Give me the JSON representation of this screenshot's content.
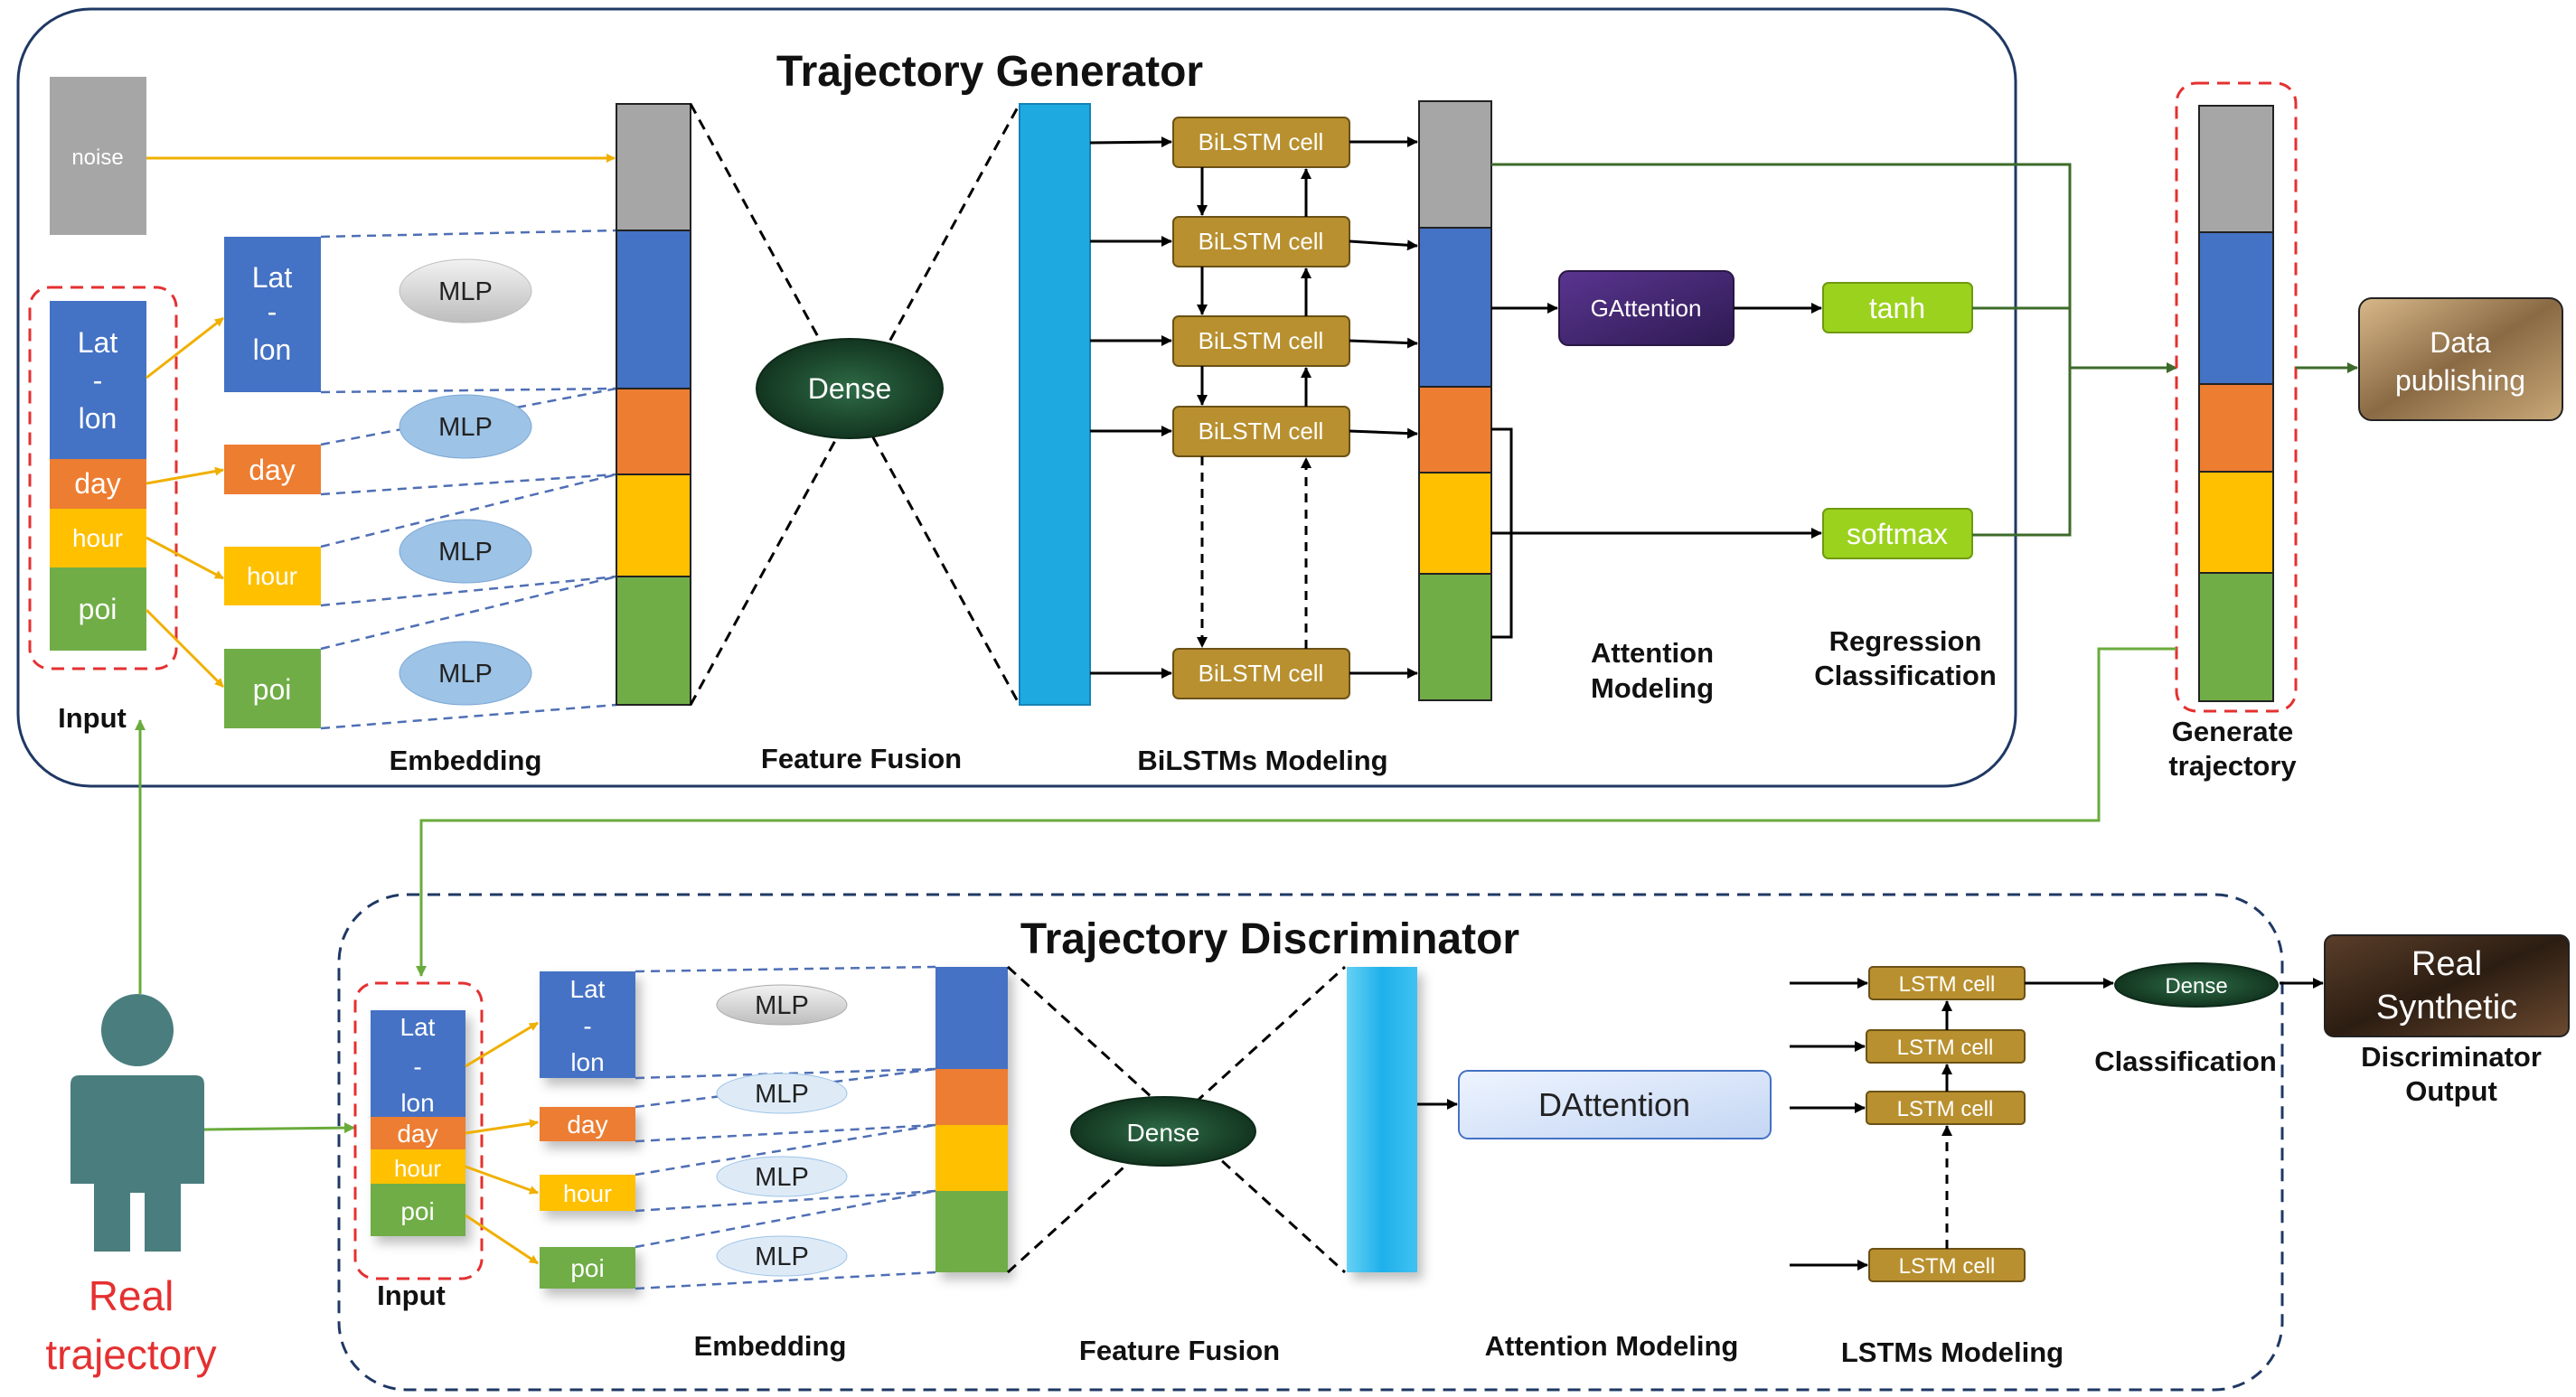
{
  "generator": {
    "title": "Trajectory Generator",
    "noise": "noise",
    "input_label": "Input",
    "input_items": [
      "Lat",
      "-",
      "lon",
      "day",
      "hour",
      "poi"
    ],
    "embed_items": [
      "Lat",
      "-",
      "lon",
      "day",
      "hour",
      "poi"
    ],
    "mlp": "MLP",
    "embedding_label": "Embedding",
    "dense": "Dense",
    "feature_fusion_label": "Feature Fusion",
    "bilstm_cell": "BiLSTM cell",
    "bilstms_label": "BiLSTMs Modeling",
    "gattention": "GAttention",
    "tanh": "tanh",
    "softmax": "softmax",
    "attention_label_1": "Attention",
    "attention_label_2": "Modeling",
    "regression_label_1": "Regression",
    "regression_label_2": "Classification"
  },
  "generate_label_1": "Generate",
  "generate_label_2": "trajectory",
  "data_publishing_1": "Data",
  "data_publishing_2": "publishing",
  "real_trajectory_1": "Real",
  "real_trajectory_2": "trajectory",
  "discriminator": {
    "title": "Trajectory Discriminator",
    "input_label": "Input",
    "input_items": [
      "Lat",
      "-",
      "lon",
      "day",
      "hour",
      "poi"
    ],
    "embed_items": [
      "Lat",
      "-",
      "lon",
      "day",
      "hour",
      "poi"
    ],
    "mlp": "MLP",
    "embedding_label": "Embedding",
    "dense": "Dense",
    "feature_fusion_label": "Feature Fusion",
    "dattention": "DAttention",
    "attention_label": "Attention Modeling",
    "lstm_cell": "LSTM cell",
    "lstms_label": "LSTMs Modeling",
    "dense_small": "Dense",
    "classification_label": "Classification",
    "output_1": "Real",
    "output_2": "Synthetic",
    "output_label_1": "Discriminator",
    "output_label_2": "Output"
  },
  "colors": {
    "blue": "#4472c4",
    "orange": "#ed7d31",
    "yellow": "#ffc000",
    "green": "#70ad47",
    "gray": "#a6a6a6",
    "cyan": "#1fa9e1",
    "gold": "#b8902f",
    "lime": "#9bd21d",
    "purple": "#4b2a7a",
    "red_dash": "#e53030",
    "navy_border": "#1f3864"
  }
}
